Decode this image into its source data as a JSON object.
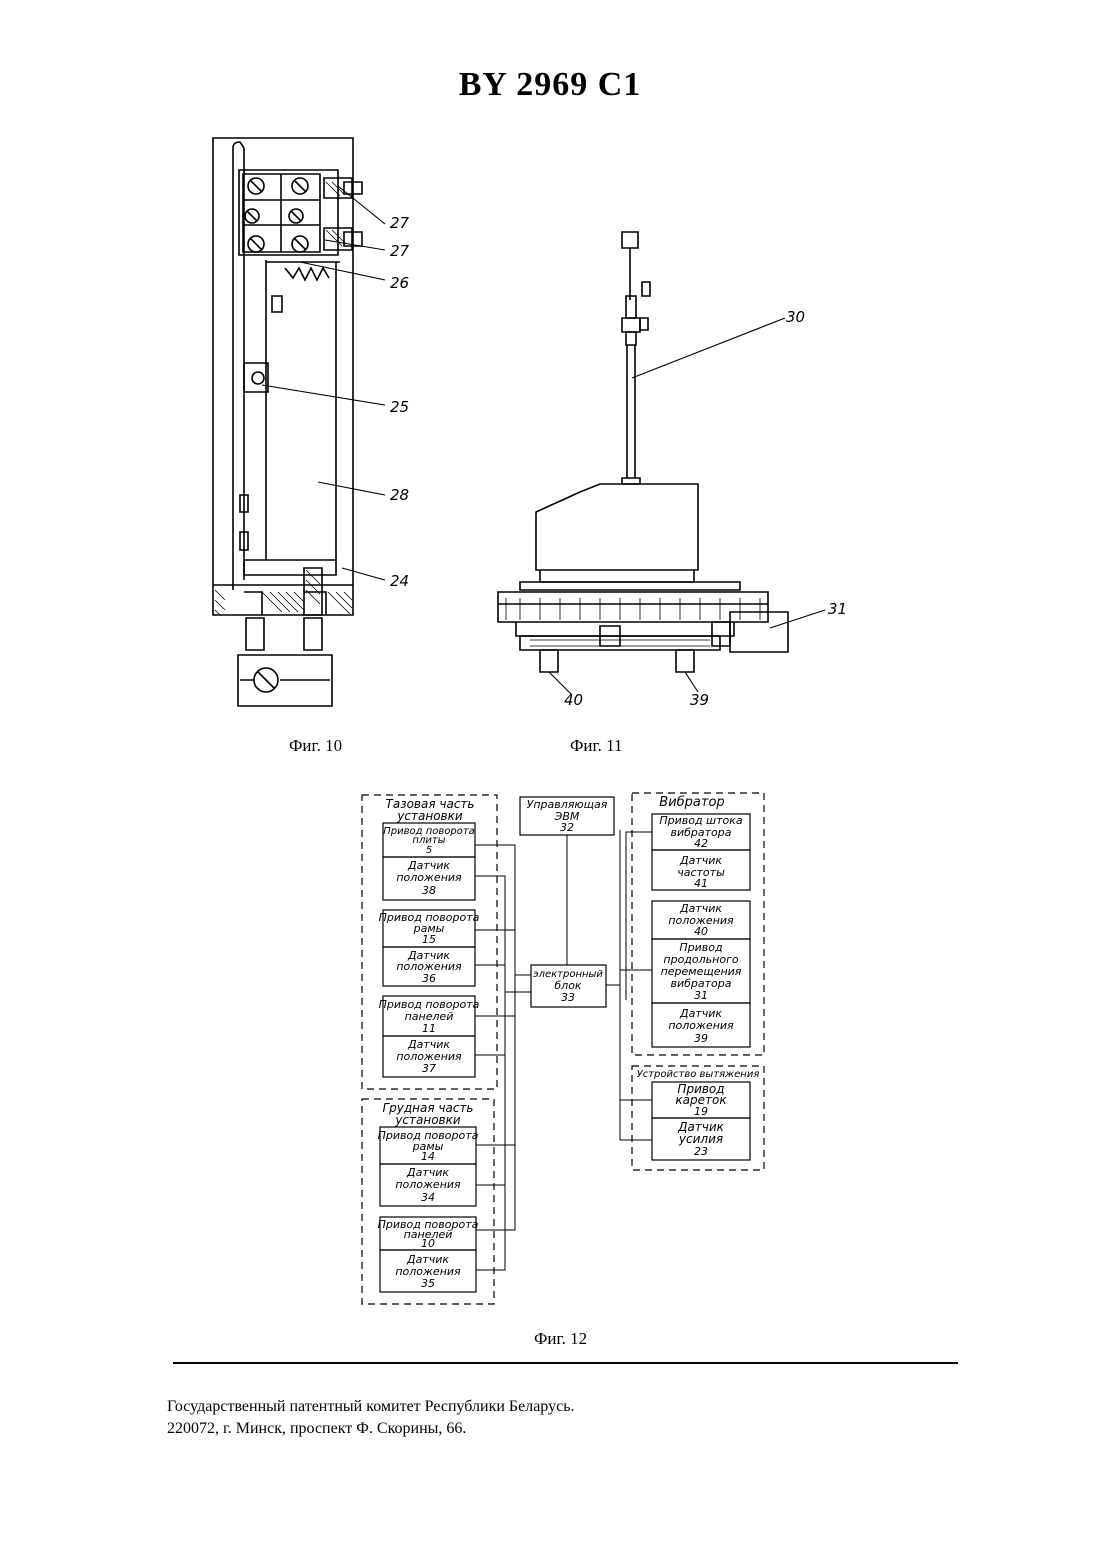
{
  "header": {
    "doc_number": "BY 2969 C1"
  },
  "fig10": {
    "caption": "Фиг. 10",
    "labels": [
      "27",
      "27",
      "26",
      "25",
      "28",
      "24"
    ]
  },
  "fig11": {
    "caption": "Фиг. 11",
    "labels": [
      "30",
      "31",
      "40",
      "39"
    ]
  },
  "fig12": {
    "caption": "Фиг. 12",
    "pelvic_group": {
      "title": [
        "Тазовая часть",
        "установки"
      ],
      "blocks": [
        [
          "Привод поворота",
          "плиты",
          "5"
        ],
        [
          "Датчик",
          "положения",
          "38"
        ],
        [
          "Привод поворота",
          "рамы",
          "15"
        ],
        [
          "Датчик",
          "положения",
          "36"
        ],
        [
          "Привод поворота",
          "панелей",
          "11"
        ],
        [
          "Датчик",
          "положения",
          "37"
        ]
      ]
    },
    "chest_group": {
      "title": [
        "Грудная часть",
        "установки"
      ],
      "blocks": [
        [
          "Привод поворота",
          "рамы",
          "14"
        ],
        [
          "Датчик",
          "положения",
          "34"
        ],
        [
          "Привод поворота",
          "панелей",
          "10"
        ],
        [
          "Датчик",
          "положения",
          "35"
        ]
      ]
    },
    "computer": [
      "Управляющая",
      "ЭВМ",
      "32"
    ],
    "electronic_block": [
      "электронный",
      "блок",
      "33"
    ],
    "vibrator_group": {
      "title": "Вибратор",
      "blocks": [
        [
          "Привод штока",
          "вибратора",
          "42"
        ],
        [
          "Датчик",
          "частоты",
          "41"
        ],
        [
          "Датчик",
          "положения",
          "40"
        ],
        [
          "Привод",
          "продольного",
          "перемещения",
          "вибратора",
          "31"
        ],
        [
          "Датчик",
          "положения",
          "39"
        ]
      ]
    },
    "traction_group": {
      "title": "Устройство вытяжения",
      "blocks": [
        [
          "Привод",
          "кареток",
          "19"
        ],
        [
          "Датчик",
          "усилия",
          "23"
        ]
      ]
    }
  },
  "footer": {
    "line1": "Государственный патентный комитет Республики Беларусь.",
    "line2": "220072, г. Минск, проспект Ф. Скорины, 66."
  }
}
